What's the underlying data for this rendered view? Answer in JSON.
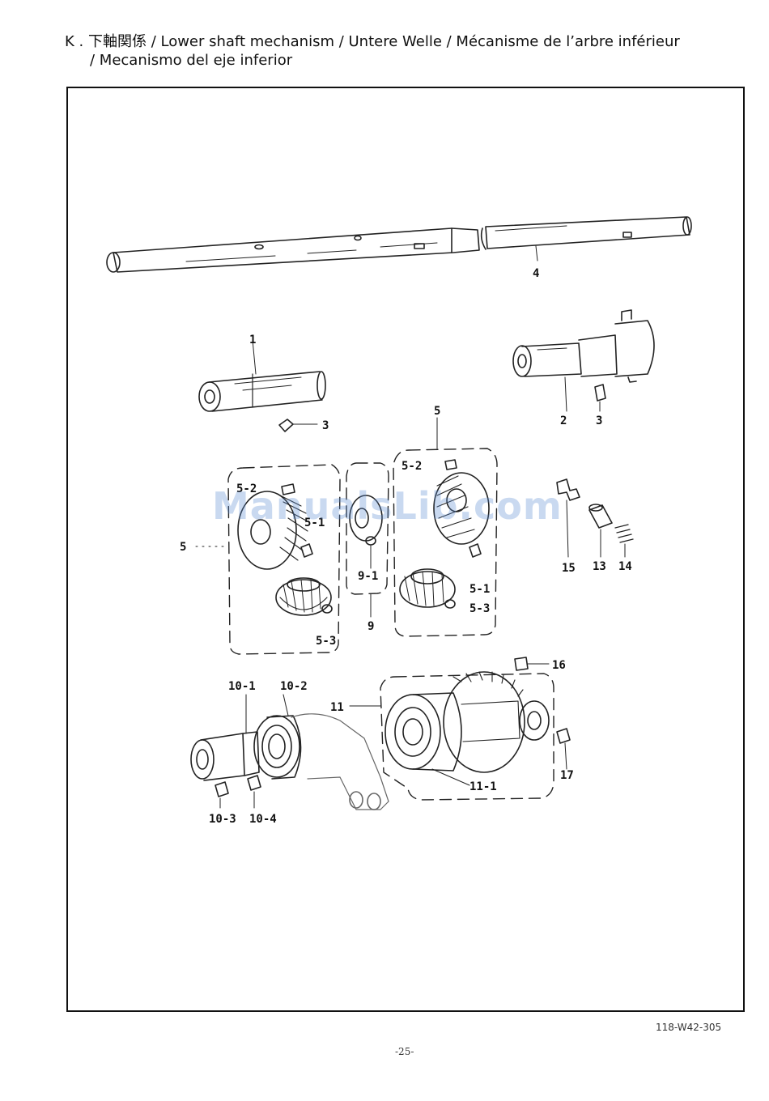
{
  "header": {
    "title_line1": "K . 下軸関係 / Lower shaft mechanism / Untere Welle / Mécanisme de l’arbre inférieur",
    "title_line2": "/ Mecanismo del eje inferior"
  },
  "callouts": {
    "p1": "1",
    "p2": "2",
    "p3a": "3",
    "p3b": "3",
    "p4": "4",
    "p5_left": "5",
    "p5_top": "5",
    "p5_2_left": "5-2",
    "p5_2_right": "5-2",
    "p5_1_left": "5-1",
    "p5_1_right": "5-1",
    "p5_3_left": "5-3",
    "p5_3_right": "5-3",
    "p9": "9",
    "p9_1": "9-1",
    "p10_1": "10-1",
    "p10_2": "10-2",
    "p10_3": "10-3",
    "p10_4": "10-4",
    "p11": "11",
    "p11_1": "11-1",
    "p13": "13",
    "p14": "14",
    "p15": "15",
    "p16": "16",
    "p17": "17"
  },
  "watermark": "ManualsLib.com",
  "footer": {
    "doc_number": "118-W42-305",
    "page_number": "-25-"
  }
}
